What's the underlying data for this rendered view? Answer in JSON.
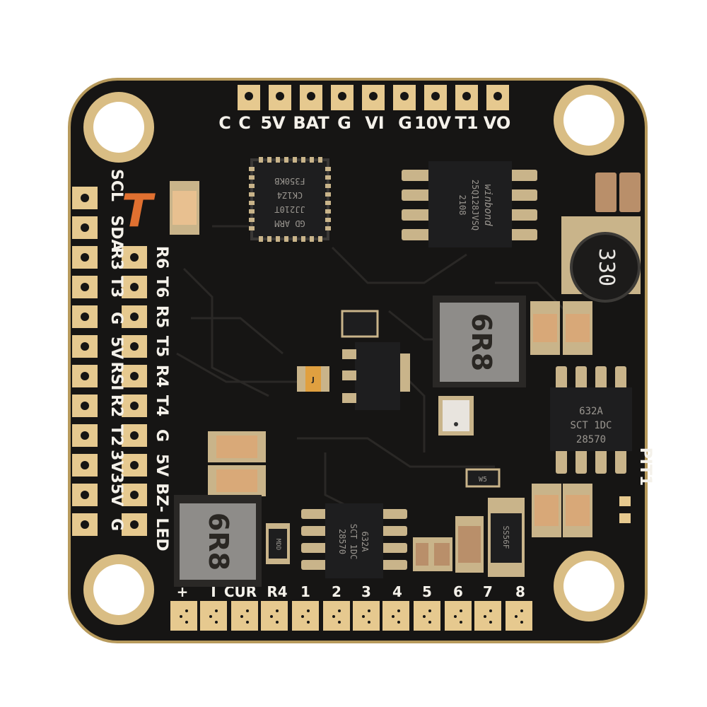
{
  "colors": {
    "background": "#ffffff",
    "board": "#161514",
    "board_edge": "#b79a5c",
    "pad_gold": "#e6c98f",
    "silkscreen": "#f4f1ea",
    "chip": "#1e1e1f",
    "inductor": "#8e8c89",
    "capacitor": "#c9a47c"
  },
  "logo_text": "T",
  "top_pad_labels": [
    "C",
    "C",
    "5V",
    "BAT",
    "G",
    "VI",
    "G",
    "10V",
    "T1",
    "VO"
  ],
  "left_outer_labels": [
    "SCL",
    "SDA",
    "R3",
    "T3",
    "G",
    "5V",
    "RSI",
    "R2",
    "T2",
    "3V3",
    "5V",
    "G"
  ],
  "left_inner_labels": [
    "R6",
    "T6",
    "R5",
    "T5",
    "R4",
    "T4",
    "G",
    "5V",
    "BZ-",
    "LED"
  ],
  "bottom_pad_labels": [
    "+",
    "I",
    "CUR",
    "R4",
    "1",
    "2",
    "3",
    "4",
    "5",
    "6",
    "7",
    "8"
  ],
  "right_side_label": "PIT1",
  "chips": {
    "mcu": [
      "GD ARM",
      "JJ210T",
      "CK1Z4",
      "F350KB"
    ],
    "flash": [
      "winbond",
      "25Q128JVSQ",
      "2108"
    ],
    "regulator_right": [
      "632A",
      "SCT 1DC",
      "28570"
    ],
    "regulator_bottom": [
      "632A",
      "SCT 1DC",
      "28570"
    ],
    "sensor_small": "W5",
    "diode": "SS56F",
    "diode_left": "MDD",
    "cap_small": "J"
  },
  "inductors": {
    "top_right": "330",
    "middle": "6R8",
    "bottom_left": "6R8"
  }
}
